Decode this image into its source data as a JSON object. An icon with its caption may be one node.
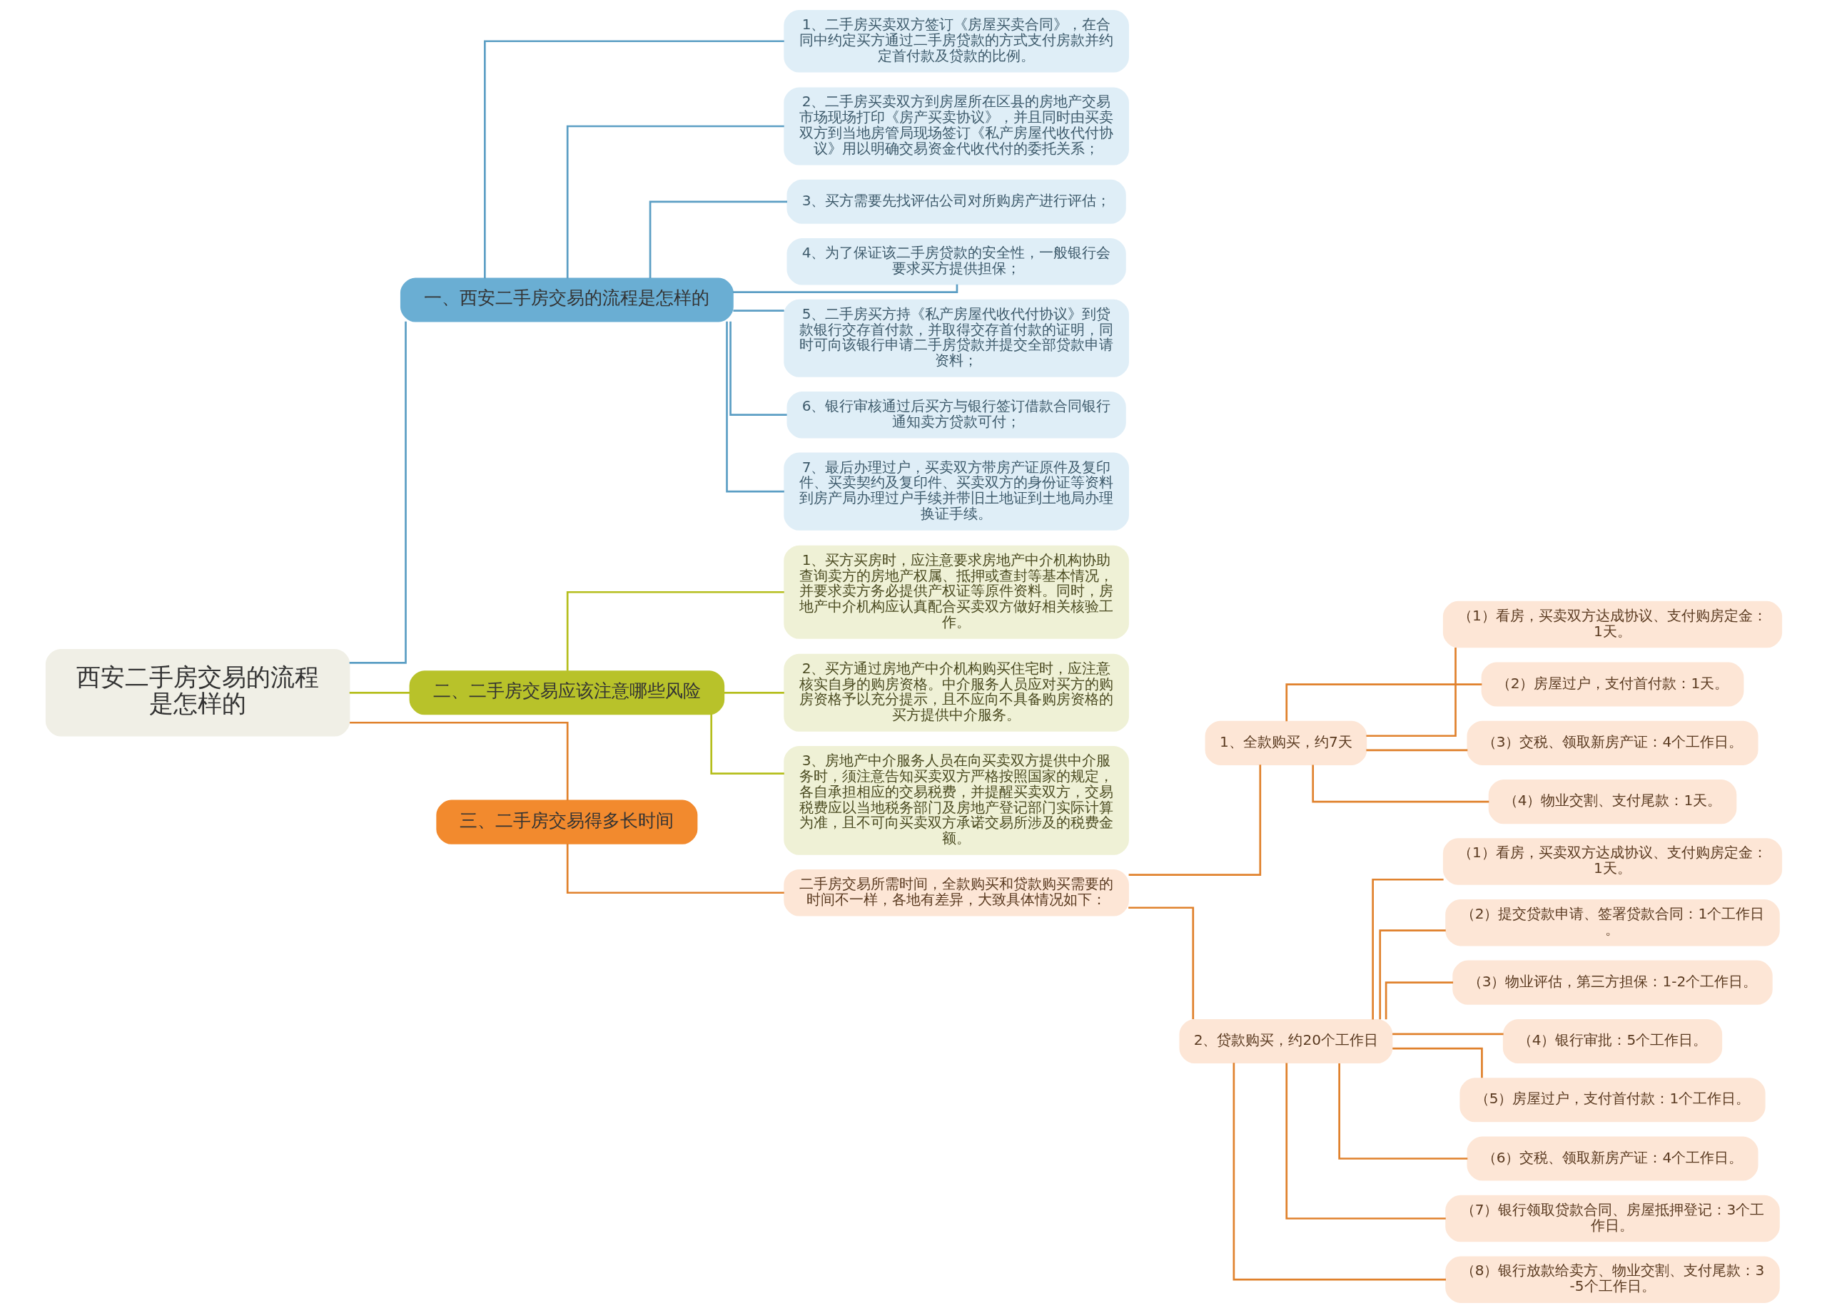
{
  "diagram": {
    "nodes": [
      {
        "text": [
          "西安二手房交易的流程是怎样的"
        ]
      },
      {
        "text": [
          "一、西安二手房交易的流程是怎样的"
        ]
      },
      {
        "text": [
          "1、二手房买卖双方签订《房屋买卖合同》，在合同中约定买方通过二手房贷款的方式支付房款并约定首付款及贷款的比例。"
        ]
      },
      {
        "text": [
          "2、二手房买卖双方到房屋所在区县的房地产交易市场现场打印《房产买卖协议》，并且同时由买卖双方到当地房管局现场签订《私产房屋代收代付协议》用以明确交易资金代收代付的委托关系；"
        ]
      },
      {
        "text": [
          "3、买方需要先找评估公司对所购房产进行评估；"
        ]
      },
      {
        "text": [
          "4、为了保证该二手房贷款的安全性，一般银行会要求买方提供担保；"
        ]
      },
      {
        "text": [
          "5、二手房买方持《私产房屋代收代付协议》到贷款银行交存首付款，并取得交存首付款的证明，同时可向该银行申请二手房贷款并提交全部贷款申请资料；"
        ]
      },
      {
        "text": [
          "6、银行审核通过后买方与银行签订借款合同银行通知卖方贷款可付；"
        ]
      },
      {
        "text": [
          "7、最后办理过户，买卖双方带房产证原件及复印件、买卖契约及复印件、买卖双方的身份证等资料到房产局办理过户手续并带旧土地证到土地局办理换证手续。"
        ]
      },
      {
        "text": [
          "二、二手房交易应该注意哪些风险"
        ]
      },
      {
        "text": [
          "1、买方买房时，应注意要求房地产中介机构协助查询卖方的房地产权属、抵押或查封等基本情况，并要求卖方务必提供产权证等原件资料。同时，房地产中介机构应认真配合买卖双方做好相关核验工作。"
        ]
      },
      {
        "text": [
          "2、买方通过房地产中介机构购买住宅时，应注意核实自身的购房资格。中介服务人员应对买方的购房资格予以充分提示，且不应向不具备购房资格的买方提供中介服务。"
        ]
      },
      {
        "text": [
          "3、房地产中介服务人员在向买卖双方提供中介服务时，须注意告知买卖双方严格按照国家的规定，各自承担相应的交易税费，并提醒买卖双方，交易税费应以当地税务部门及房地产登记部门实际计算为准，且不可向买卖双方承诺交易所涉及的税费金额。"
        ]
      },
      {
        "text": [
          "三、二手房交易得多长时间"
        ]
      },
      {
        "text": [
          "二手房交易所需时间，全款购买和贷款购买需要的时间不一样，各地有差异，大致具体情况如下："
        ]
      },
      {
        "text": [
          "1、全款购买，约7天"
        ]
      },
      {
        "text": [
          "（1）看房，买卖双方达成协议、支付购房定金：1天。"
        ]
      },
      {
        "text": [
          "（2）房屋过户，支付首付款：1天。"
        ]
      },
      {
        "text": [
          "（3）交税、领取新房产证：4个工作日。"
        ]
      },
      {
        "text": [
          "（4）物业交割、支付尾款：1天。"
        ]
      },
      {
        "text": [
          "2、贷款购买，约20个工作日"
        ]
      },
      {
        "text": [
          "（1）看房，买卖双方达成协议、支付购房定金：1天。"
        ]
      },
      {
        "text": [
          "（2）提交贷款申请、签署贷款合同：1个工作日。"
        ]
      },
      {
        "text": [
          "（3）物业评估，第三方担保：1-2个工作日。"
        ]
      },
      {
        "text": [
          "（4）银行审批：5个工作日。"
        ]
      },
      {
        "text": [
          "（5）房屋过户，支付首付款：1个工作日。"
        ]
      },
      {
        "text": [
          "（6）交税、领取新房产证：4个工作日。"
        ]
      },
      {
        "text": [
          "（7）银行领取贷款合同、房屋抵押登记：3个工作日。"
        ]
      },
      {
        "text": [
          "（8）银行放款给卖方、物业交割、支付尾款：3-5个工作日。"
        ]
      }
    ],
    "edges": [
      {
        "from": 0,
        "to": 1,
        "arrow": "none",
        "color": "#5b9ec4"
      },
      {
        "from": 1,
        "to": 2,
        "arrow": "none",
        "color": "#5b9ec4"
      },
      {
        "from": 1,
        "to": 3,
        "arrow": "none",
        "color": "#5b9ec4"
      },
      {
        "from": 1,
        "to": 4,
        "arrow": "none",
        "color": "#5b9ec4"
      },
      {
        "from": 1,
        "to": 5,
        "arrow": "none",
        "color": "#5b9ec4"
      },
      {
        "from": 1,
        "to": 6,
        "arrow": "none",
        "color": "#5b9ec4"
      },
      {
        "from": 1,
        "to": 7,
        "arrow": "none",
        "color": "#5b9ec4"
      },
      {
        "from": 1,
        "to": 8,
        "arrow": "none",
        "color": "#5b9ec4"
      },
      {
        "from": 0,
        "to": 9,
        "arrow": "none",
        "color": "#b5be1c"
      },
      {
        "from": 9,
        "to": 10,
        "arrow": "none",
        "color": "#b5be1c"
      },
      {
        "from": 9,
        "to": 11,
        "arrow": "none",
        "color": "#b5be1c"
      },
      {
        "from": 9,
        "to": 12,
        "arrow": "none",
        "color": "#b5be1c"
      },
      {
        "from": 0,
        "to": 13,
        "arrow": "none",
        "color": "#e0812c"
      },
      {
        "from": 13,
        "to": 14,
        "arrow": "none",
        "color": "#e0812c"
      },
      {
        "from": 14,
        "to": 15,
        "arrow": "none",
        "color": "#e0812c"
      },
      {
        "from": 15,
        "to": 16,
        "arrow": "none",
        "color": "#e0812c"
      },
      {
        "from": 15,
        "to": 17,
        "arrow": "none",
        "color": "#e0812c"
      },
      {
        "from": 15,
        "to": 18,
        "arrow": "none",
        "color": "#e0812c"
      },
      {
        "from": 15,
        "to": 19,
        "arrow": "none",
        "color": "#e0812c"
      },
      {
        "from": 14,
        "to": 20,
        "arrow": "none",
        "color": "#e0812c"
      },
      {
        "from": 20,
        "to": 21,
        "arrow": "none",
        "color": "#e0812c"
      },
      {
        "from": 20,
        "to": 22,
        "arrow": "none",
        "color": "#e0812c"
      },
      {
        "from": 20,
        "to": 23,
        "arrow": "none",
        "color": "#e0812c"
      },
      {
        "from": 20,
        "to": 24,
        "arrow": "none",
        "color": "#e0812c"
      },
      {
        "from": 20,
        "to": 25,
        "arrow": "none",
        "color": "#e0812c"
      },
      {
        "from": 20,
        "to": 26,
        "arrow": "none",
        "color": "#e0812c"
      },
      {
        "from": 20,
        "to": 27,
        "arrow": "none",
        "color": "#e0812c"
      },
      {
        "from": 20,
        "to": 28,
        "arrow": "none",
        "color": "#e0812c"
      }
    ]
  }
}
